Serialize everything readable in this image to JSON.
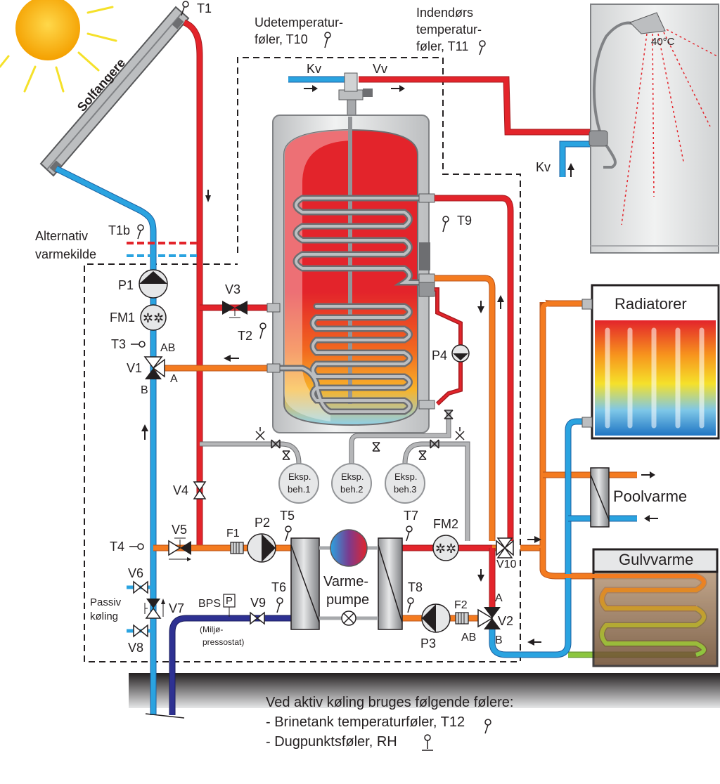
{
  "labels": {
    "t1": "T1",
    "solar": "Solfangere",
    "outdoor_1": "Udetemperatur-",
    "outdoor_2": "føler, T10",
    "indoor_1": "Indendørs",
    "indoor_2": "temperatur-",
    "indoor_3": "føler, T11",
    "kv_top": "Kv",
    "vv_top": "Vv",
    "shower_temp": "40°C",
    "kv_shower": "Kv",
    "alt_1": "Alternativ",
    "alt_2": "varmekilde",
    "t1b": "T1b",
    "t9": "T9",
    "p1": "P1",
    "fm1": "FM1",
    "t3": "T3",
    "ab_top": "AB",
    "v1": "V1",
    "a_v1": "A",
    "b_v1": "B",
    "v3": "V3",
    "t2": "T2",
    "p4": "P4",
    "radiators": "Radiatorer",
    "exp1_a": "Eksp.",
    "exp1_b": "beh.1",
    "exp2_a": "Eksp.",
    "exp2_b": "beh.2",
    "exp3_a": "Eksp.",
    "exp3_b": "beh.3",
    "pool": "Poolvarme",
    "v4": "V4",
    "v5": "V5",
    "f1": "F1",
    "p2": "P2",
    "t5": "T5",
    "t7": "T7",
    "fm2": "FM2",
    "v10": "V10",
    "t4": "T4",
    "floor": "Gulvvarme",
    "v6": "V6",
    "passive_1": "Passiv",
    "passive_2": "køling",
    "v7": "V7",
    "v8": "V8",
    "bps": "BPS",
    "p_box": "P",
    "v9": "V9",
    "t6": "T6",
    "hp_1": "Varme-",
    "hp_2": "pumpe",
    "t8": "T8",
    "f2": "F2",
    "a_v2": "A",
    "v2": "V2",
    "ab_v2": "AB",
    "b_v2": "B",
    "p3": "P3",
    "miljo_1": "(Miljø-",
    "miljo_2": "pressostat)",
    "note_1": "Ved aktiv køling bruges følgende følere:",
    "note_2": "- Brinetank temperaturføler, T12",
    "note_3": "- Dugpunktsføler, RH"
  },
  "colors": {
    "hot": "#e3242b",
    "cold": "#2aa3e0",
    "warm": "#f47b20",
    "grey": "#b5b6b8",
    "brine": "#2e3192",
    "sun": "#f7b500",
    "sun_rays": "#f5e12a"
  }
}
